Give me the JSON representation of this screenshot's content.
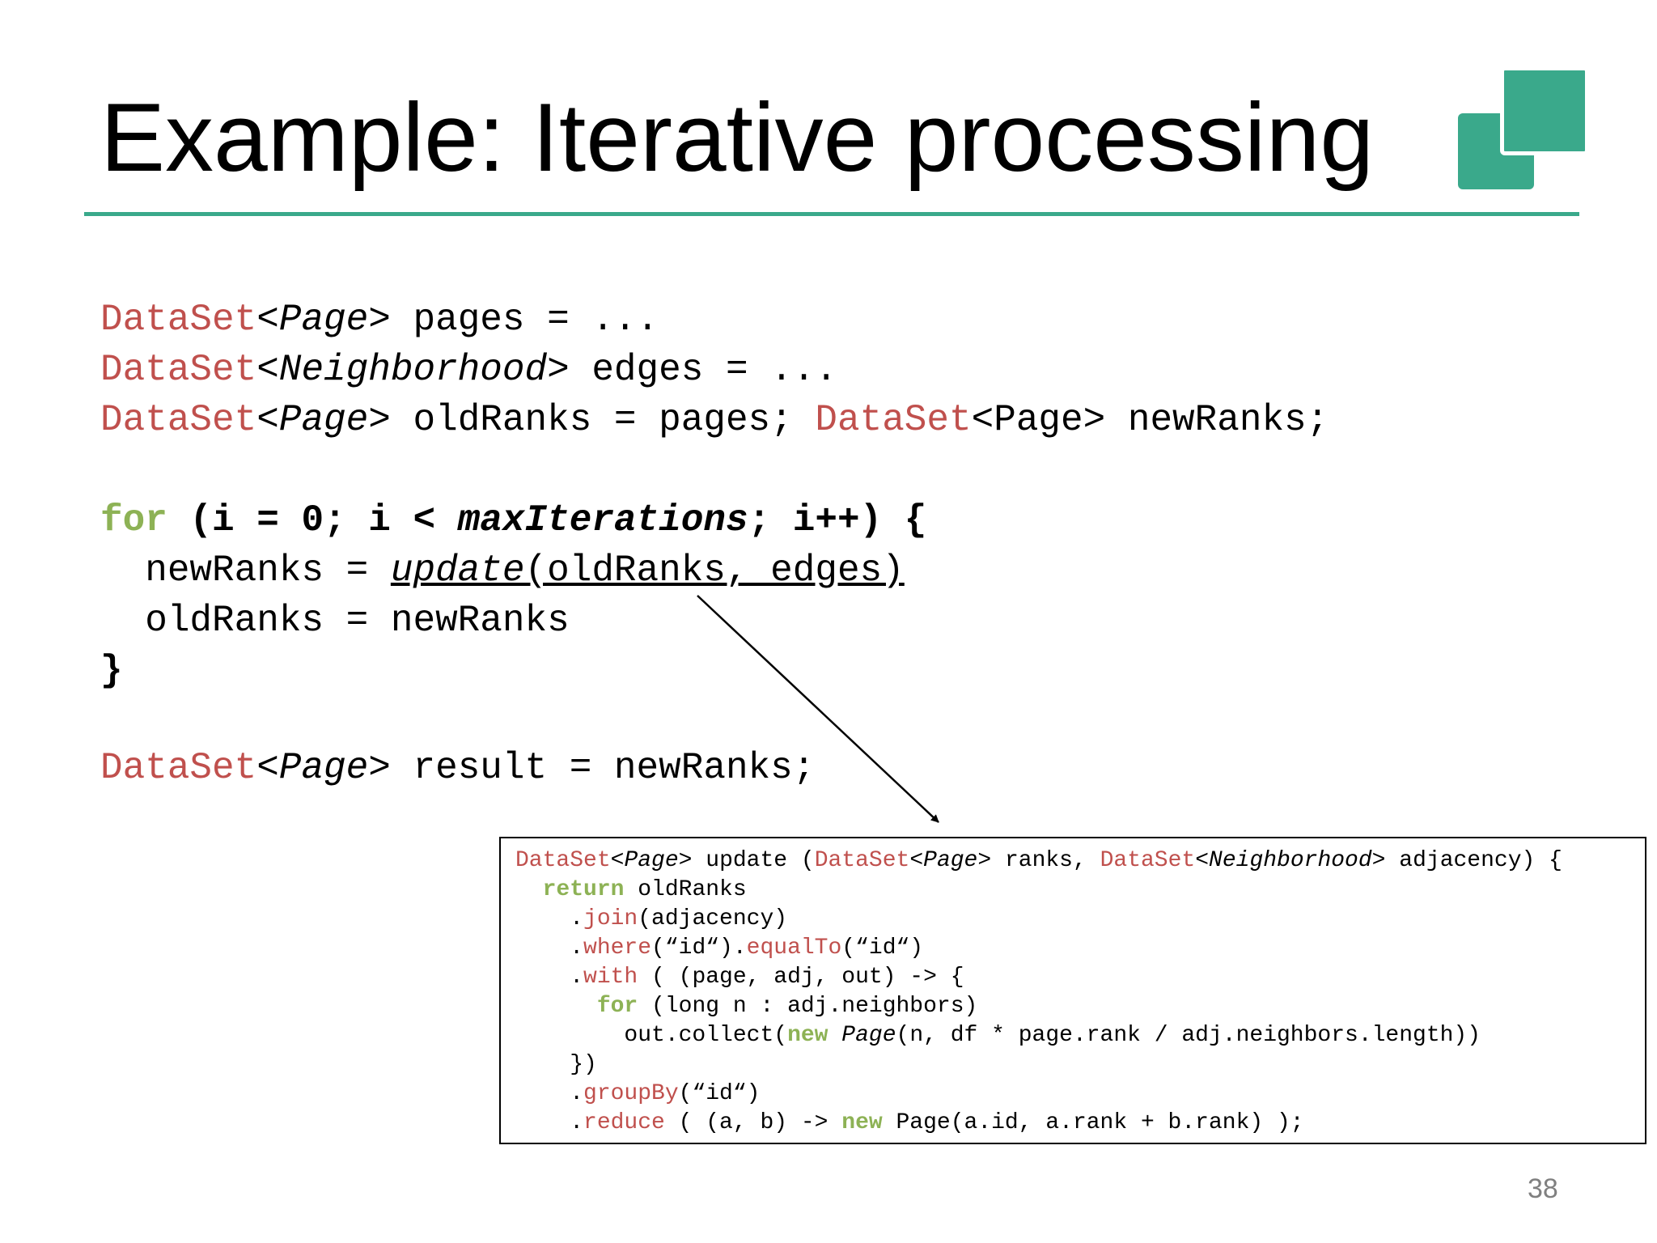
{
  "slide": {
    "title": "Example: Iterative processing",
    "page_number": "38",
    "accent_color": "#3aa98b",
    "type_color": "#c0504d",
    "keyword_color": "#8db255"
  },
  "main_code": {
    "line1": {
      "type": "DataSet",
      "generic_open": "<",
      "generic": "Page",
      "generic_close": ">",
      "rest": " pages = ..."
    },
    "line2": {
      "type": "DataSet",
      "generic_open": "<",
      "generic": "Neighborhood",
      "generic_close": ">",
      "rest": " edges = ..."
    },
    "line3": {
      "type": "DataSet",
      "generic_open": "<",
      "generic": "Page",
      "generic_close": ">",
      "mid": " oldRanks = pages; ",
      "type2": "DataSet",
      "rest": "<Page> newRanks;"
    },
    "loop": {
      "keyword": "for",
      "head1": " (i = 0; i < ",
      "head_italic": "maxIterations",
      "head2": "; i++) {",
      "body1_prefix": "  newRanks = ",
      "body1_call": "update",
      "body1_args": "(oldRanks, edges)",
      "body2": "  oldRanks = newRanks",
      "close": "}"
    },
    "result": {
      "type": "DataSet",
      "generic_open": "<",
      "generic": "Page",
      "generic_close": ">",
      "rest": " result = newRanks;"
    }
  },
  "update_box": {
    "l1": {
      "t1": "DataSet",
      "g1o": "<",
      "g1": "Page",
      "g1c": ">",
      "p1": " update (",
      "t2": "DataSet",
      "g2o": "<",
      "g2": "Page",
      "g2c": ">",
      "p2": " ranks, ",
      "t3": "DataSet",
      "g3o": "<",
      "g3": "Neighborhood",
      "g3c": ">",
      "p3": " adjacency) {"
    },
    "l2": {
      "indent": "  ",
      "kw": "return",
      "rest": " oldRanks"
    },
    "l3": {
      "indent": "    .",
      "fn": "join",
      "rest": "(adjacency)"
    },
    "l4": {
      "indent": "    .",
      "fn": "where",
      "a1": "(“id“).",
      "fn2": "equalTo",
      "a2": "(“id“)"
    },
    "l5": {
      "indent": "    .",
      "fn": "with",
      "rest": " ( (page, adj, out) -> {"
    },
    "l6": {
      "indent": "      ",
      "kw": "for",
      "rest": " (long n : adj.neighbors)"
    },
    "l7": {
      "indent": "        out.collect(",
      "kw": "new",
      "sp": " ",
      "cls": "Page",
      "rest": "(n, df * page.rank / adj.neighbors.length))"
    },
    "l8": {
      "text": "    })"
    },
    "l9": {
      "indent": "    .",
      "fn": "groupBy",
      "rest": "(“id“)"
    },
    "l10": {
      "indent": "    .",
      "fn": "reduce",
      "a1": " ( (a, b) -> ",
      "kw": "new",
      "rest": " Page(a.id, a.rank + b.rank) );"
    }
  }
}
